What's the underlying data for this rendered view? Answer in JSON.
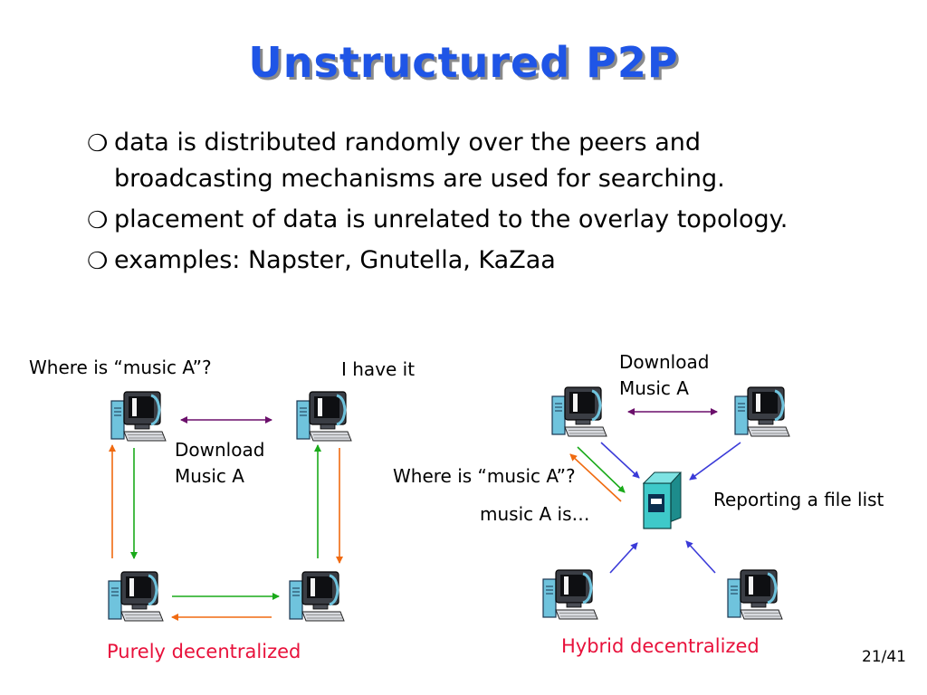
{
  "slide": {
    "title": "Unstructured P2P",
    "page_number": "21/41"
  },
  "bullets": [
    {
      "marker": "❍",
      "line1": "data is distributed randomly over the peers and",
      "line2": "broadcasting mechanisms are used for searching."
    },
    {
      "marker": "❍",
      "line1": "placement of data is unrelated to the overlay topology."
    },
    {
      "marker": "❍",
      "line1": "examples: Napster, Gnutella, KaZaa"
    }
  ],
  "left_diagram": {
    "query_label": "Where is “music A”?",
    "answer_label": "I have it",
    "download_line1": "Download",
    "download_line2": "Music A",
    "caption": "Purely decentralized",
    "nodes": [
      "computer",
      "computer",
      "computer",
      "computer"
    ]
  },
  "right_diagram": {
    "download_line1": "Download",
    "download_line2": "Music A",
    "query_label": "Where is “music A”?",
    "response_label": "music A is…",
    "report_label": "Reporting a file list",
    "caption": "Hybrid decentralized",
    "nodes": [
      "computer",
      "computer",
      "computer",
      "computer",
      "server"
    ]
  },
  "colors": {
    "title": "#1f55e6",
    "caption": "#e8113b",
    "arrow_purple": "#6b0f6b",
    "arrow_green": "#1aaa1a",
    "arrow_orange": "#f06a10",
    "arrow_blue": "#3a3ad8",
    "server": "#3ec9c9"
  }
}
